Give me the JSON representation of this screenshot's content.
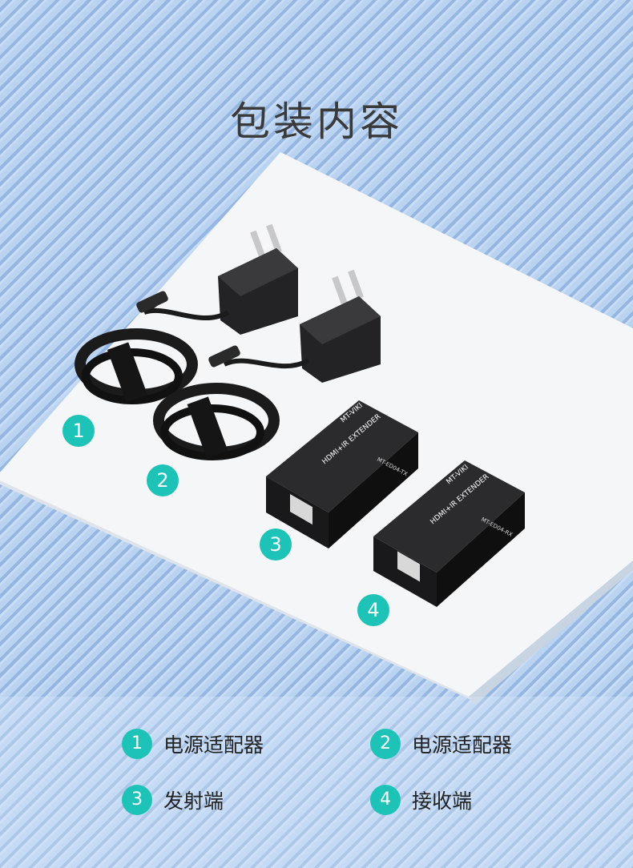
{
  "title": "包装内容",
  "badges": [
    "1",
    "2",
    "3",
    "4"
  ],
  "device_text": {
    "brand": "MT-VIKI",
    "product": "HDMI+IR EXTENDER",
    "tx_model": "MT-ED04-TX",
    "rx_model": "MT-ED04-RX"
  },
  "legend": [
    {
      "num": "1",
      "label": "电源适配器"
    },
    {
      "num": "2",
      "label": "电源适配器"
    },
    {
      "num": "3",
      "label": "发射端"
    },
    {
      "num": "4",
      "label": "接收端"
    }
  ],
  "colors": {
    "background": "#a9c6ea",
    "platform": "#f4f5f7",
    "accent": "#1ec3b7",
    "device": "#1d1d1f"
  }
}
